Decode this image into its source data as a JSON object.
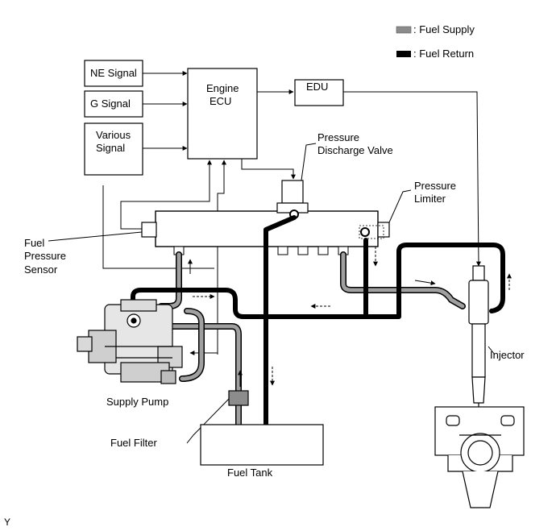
{
  "legend": {
    "supply_label": ": Fuel Supply",
    "return_label": ": Fuel Return",
    "supply_color": "#8c8c8c",
    "return_color": "#000000"
  },
  "signals": {
    "ne": "NE Signal",
    "g": "G Signal",
    "various_line1": "Various",
    "various_line2": "Signal"
  },
  "ecu": {
    "line1": "Engine",
    "line2": "ECU"
  },
  "edu": "EDU",
  "pressure_discharge_valve": {
    "line1": "Pressure",
    "line2": "Discharge Valve"
  },
  "pressure_limiter": {
    "line1": "Pressure",
    "line2": "Limiter"
  },
  "fuel_pressure_sensor": {
    "line1": "Fuel",
    "line2": "Pressure",
    "line3": "Sensor"
  },
  "injector": "Injector",
  "supply_pump": "Supply Pump",
  "fuel_filter": "Fuel Filter",
  "fuel_tank": "Fuel Tank",
  "corner_mark": "Y"
}
